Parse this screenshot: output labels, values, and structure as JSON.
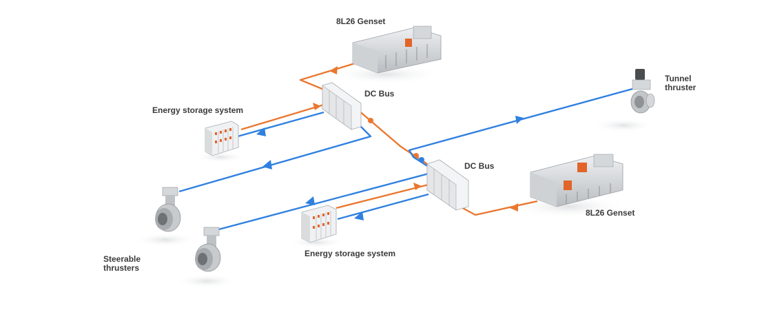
{
  "labels": {
    "genset_top": "8L26 Genset",
    "genset_right": "8L26 Genset",
    "dc_bus_upper": "DC Bus",
    "dc_bus_lower": "DC Bus",
    "ess_upper": "Energy storage system",
    "ess_lower": "Energy storage system",
    "tunnel_line1": "Tunnel",
    "tunnel_line2": "thruster",
    "steerable_line1": "Steerable",
    "steerable_line2": "thrusters"
  },
  "colors": {
    "orange_cable": "#e9782f",
    "blue_cable": "#2f80e0",
    "equipment_grey": "#d9dadc",
    "equipment_dark": "#8f9396",
    "accent_orange": "#e2642a",
    "label_text": "#3a3a3a"
  },
  "icons": {
    "genset": "engine-genset-icon",
    "dc_bus": "switchboard-cabinet-icon",
    "ess": "battery-rack-icon",
    "thruster": "azimuth-thruster-icon",
    "tunnel": "tunnel-thruster-icon"
  }
}
